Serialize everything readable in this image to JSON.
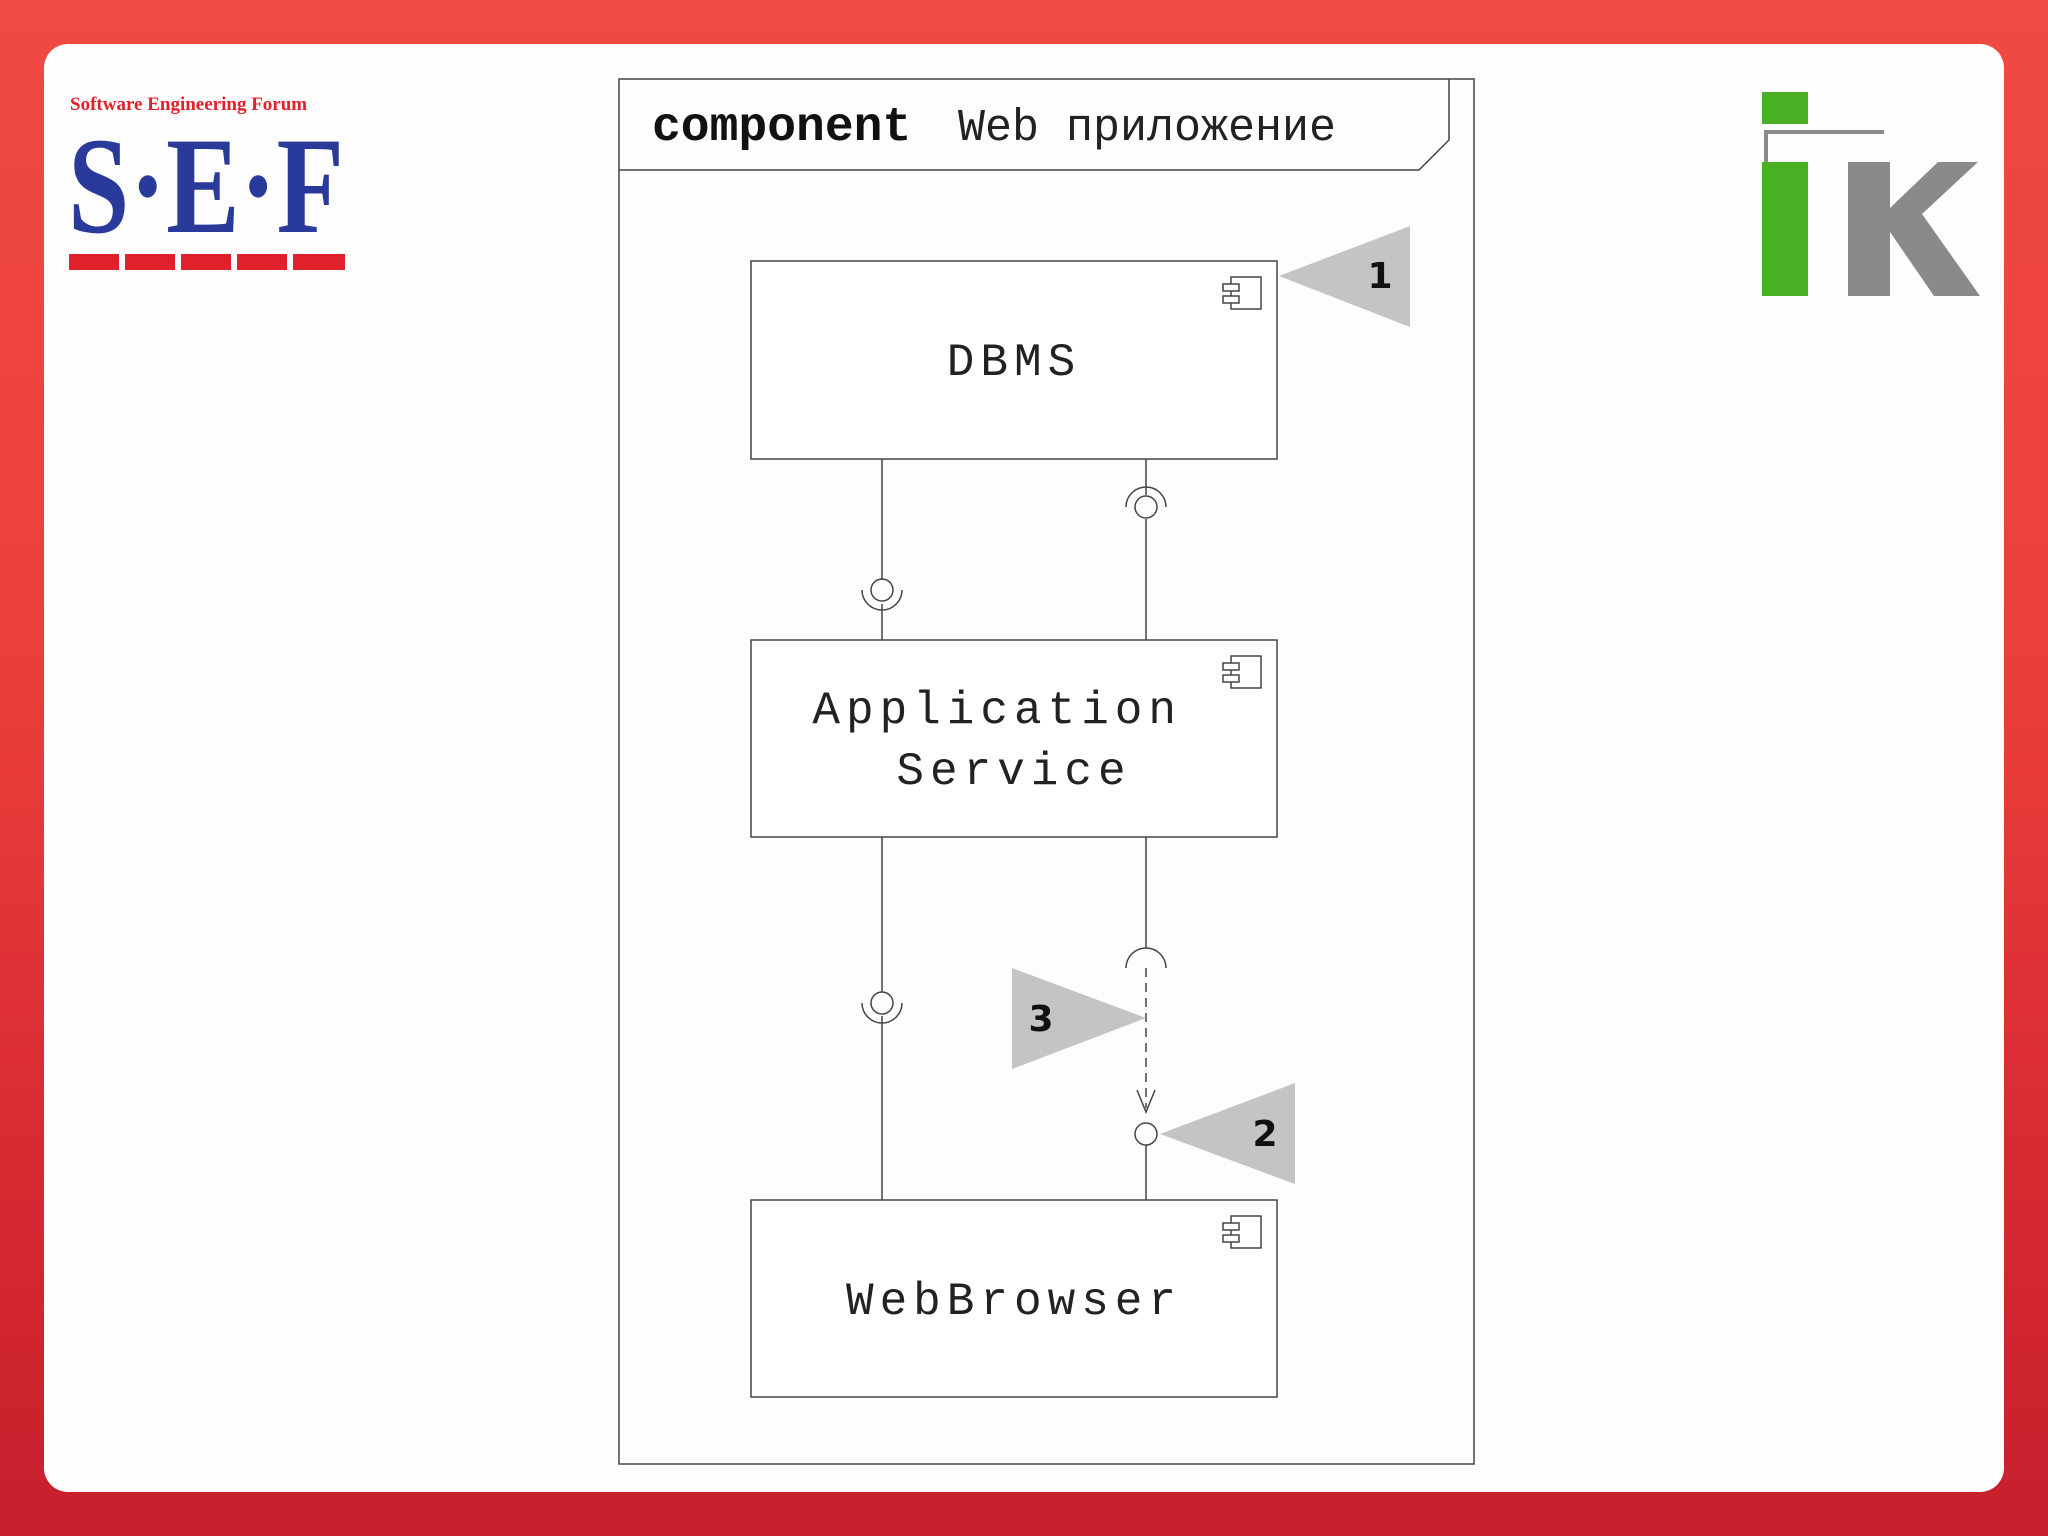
{
  "logos": {
    "sef": {
      "caption": "Software Engineering Forum",
      "wordmark": "S·E·F",
      "color_blue": "#2a3a9a",
      "color_red": "#e0202a"
    },
    "ik": {
      "text": "ik",
      "color_green": "#49b224",
      "color_gray": "#8a8a8c"
    }
  },
  "diagram": {
    "frame": {
      "keyword": "component",
      "name": "Web приложение"
    },
    "components": [
      {
        "id": "dbms",
        "label": "DBMS",
        "icon": "component-icon"
      },
      {
        "id": "app",
        "label": "Application\nService",
        "icon": "component-icon"
      },
      {
        "id": "browser",
        "label": "WebBrowser",
        "icon": "component-icon"
      }
    ],
    "callouts": [
      "1",
      "2",
      "3"
    ]
  },
  "colors": {
    "background_red": "#e33b3b",
    "panel": "#fdfdfd",
    "line": "#444444",
    "callout_gray": "#c4c4c6"
  }
}
